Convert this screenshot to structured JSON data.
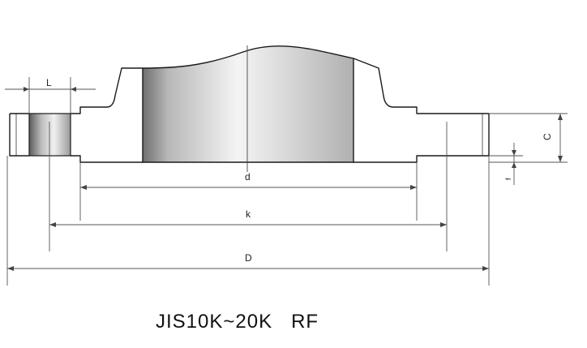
{
  "figure": {
    "caption": "JIS10K~20K   RF",
    "dimensions": {
      "L": "L",
      "C": "C",
      "f": "f",
      "d": "d",
      "k": "k",
      "D": "D"
    }
  }
}
